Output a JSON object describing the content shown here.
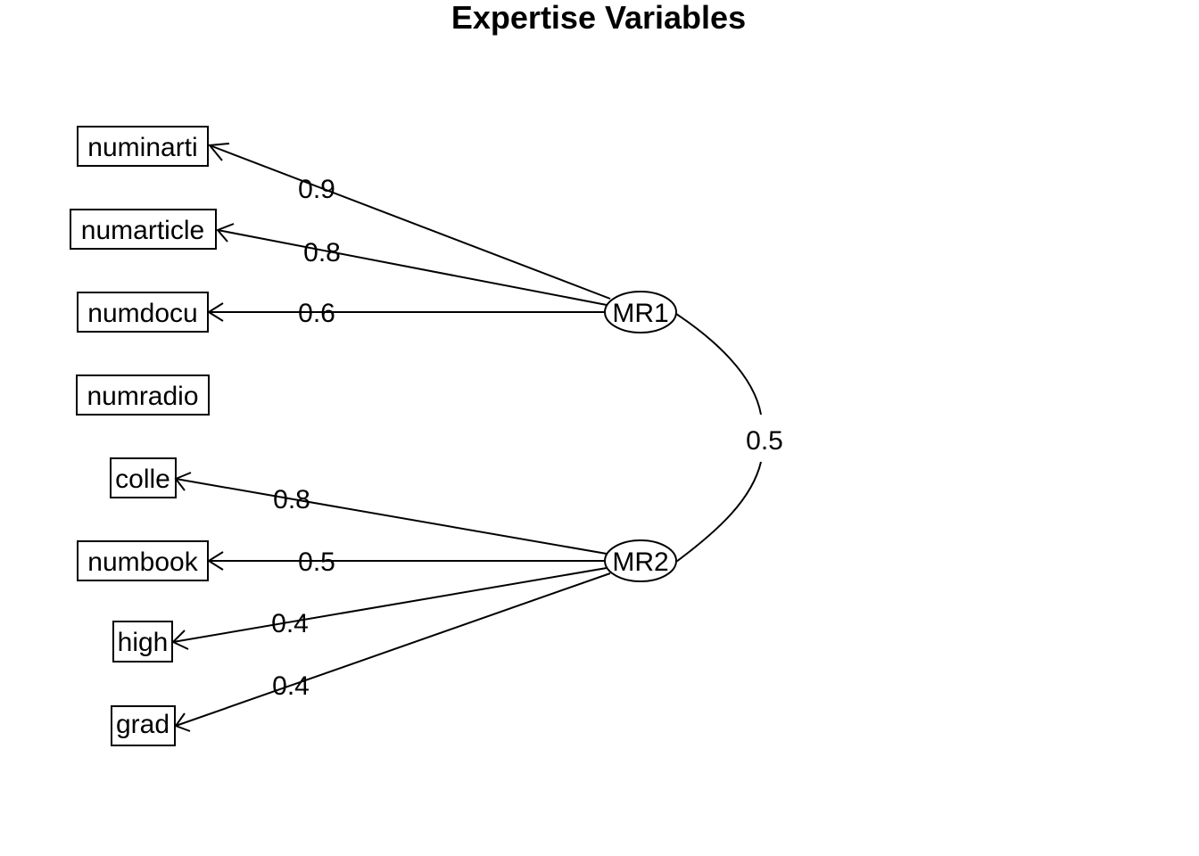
{
  "title": "Expertise Variables",
  "factors": [
    {
      "id": "mr1",
      "label": "MR1"
    },
    {
      "id": "mr2",
      "label": "MR2"
    }
  ],
  "variables": [
    {
      "id": "numinarti",
      "label": "numinarti"
    },
    {
      "id": "numarticle",
      "label": "numarticle"
    },
    {
      "id": "numdocu",
      "label": "numdocu"
    },
    {
      "id": "numradio",
      "label": "numradio"
    },
    {
      "id": "colle",
      "label": "colle"
    },
    {
      "id": "numbook",
      "label": "numbook"
    },
    {
      "id": "high",
      "label": "high"
    },
    {
      "id": "grad",
      "label": "grad"
    }
  ],
  "loadings": [
    {
      "factor": "MR1",
      "variable": "numinarti",
      "value": "0.9"
    },
    {
      "factor": "MR1",
      "variable": "numarticle",
      "value": "0.8"
    },
    {
      "factor": "MR1",
      "variable": "numdocu",
      "value": "0.6"
    },
    {
      "factor": "MR2",
      "variable": "colle",
      "value": "0.8"
    },
    {
      "factor": "MR2",
      "variable": "numbook",
      "value": "0.5"
    },
    {
      "factor": "MR2",
      "variable": "high",
      "value": "0.4"
    },
    {
      "factor": "MR2",
      "variable": "grad",
      "value": "0.4"
    }
  ],
  "correlation": {
    "between": [
      "MR1",
      "MR2"
    ],
    "value": "0.5"
  }
}
